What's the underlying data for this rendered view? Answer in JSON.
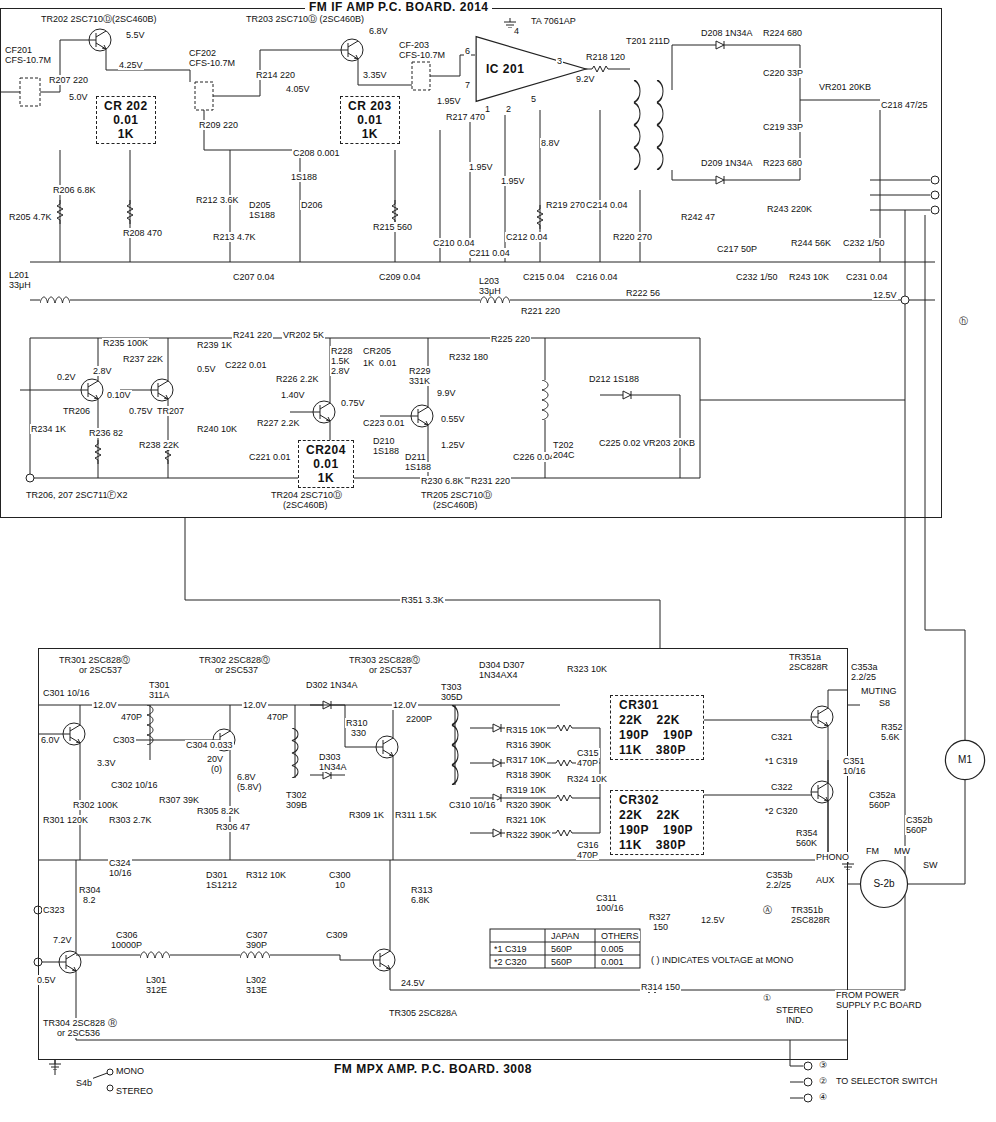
{
  "diagram": {
    "nodes": [
      {
        "text": [
          "FM IF AMP P.C. BOARD. 2014"
        ]
      },
      {
        "text": [
          "CR 202",
          "0.01",
          "1K"
        ],
        "in": 0
      },
      {
        "text": [
          "CR 203",
          "0.01",
          "1K"
        ],
        "in": 0
      },
      {
        "text": [
          "IC 201"
        ],
        "in": 0
      },
      {
        "text": [
          "CR204",
          "0.01",
          "1K"
        ],
        "in": 0
      },
      {
        "text": [
          "FM MPX AMP. P.C. BOARD. 3008"
        ]
      },
      {
        "text": [
          "CR301",
          "22K",
          "22K",
          "190P",
          "190P",
          "11K",
          "380P"
        ],
        "in": 5
      },
      {
        "text": [
          "CR302",
          "22K",
          "22K",
          "190P",
          "190P",
          "11K",
          "380P"
        ],
        "in": 5
      },
      {
        "text": [
          "S-2b"
        ]
      },
      {
        "text": [
          "M1"
        ]
      }
    ],
    "edges": [
      {
        "from": 0,
        "to": 5,
        "arrow": "none",
        "label": "R351 3.3K"
      },
      {
        "from": 5,
        "to": 8,
        "arrow": "none"
      },
      {
        "from": 8,
        "to": 9,
        "arrow": "none"
      }
    ],
    "labels": [
      "TR202 2SC710Ⓓ(2SC460B)",
      "5.5V",
      "TR203 2SC710Ⓓ (2SC460B)",
      "6.8V",
      "TA 7061AP",
      "4",
      "6",
      "7",
      "1",
      "2",
      "5",
      "3",
      "CF201",
      "CFS-10.7M",
      "R207 220",
      "5.0V",
      "4.25V",
      "CF202",
      "CFS-10.7M",
      "R214 220",
      "4.05V",
      "3.35V",
      "CF-203",
      "CFS-10.7M",
      "1.95V",
      "R218 120",
      "9.2V",
      "T201 211D",
      "D208 1N34A",
      "R224 680",
      "C220 33P",
      "C219 33P",
      "VR201 20KB",
      "C218 47/25",
      "D209 1N34A",
      "R223 680",
      "R209 220",
      "C208 0.001",
      "D205",
      "1S188",
      "1S188",
      "D206",
      "R217 470",
      "R206 6.8K",
      "R205 4.7K",
      "R208 470",
      "R212 3.6K",
      "R213 4.7K",
      "R215 560",
      "1.95V",
      "1.95V",
      "8.8V",
      "C210 0.04",
      "C211 0.04",
      "C212 0.04",
      "R219 270",
      "C214 0.04",
      "R220 270",
      "R242 47",
      "C217 50P",
      "R243 220K",
      "R244 56K",
      "C232 1/50",
      "C232 1/50",
      "R243 10K",
      "C231 0.04",
      "12.5V",
      "L201",
      "33μH",
      "C207 0.04",
      "C209 0.04",
      "L203",
      "33μH",
      "C215 0.04",
      "C216 0.04",
      "R221 220",
      "R222 56",
      "ⓗ",
      "R235 100K",
      "R237 22K",
      "R239 1K",
      "0.5V",
      "2.8V",
      "0.2V",
      "TR206",
      "TR207",
      "0.10V",
      "0.75V",
      "R241 220",
      "C222 0.01",
      "VR202 5K",
      "R226 2.2K",
      "R228",
      "1.5K",
      "2.8V",
      "CR205",
      "1K",
      "0.01",
      "R232 180",
      "R225 220",
      "R229",
      "331K",
      "9.9V",
      "D212 1S188",
      "R234 1K",
      "R236 82",
      "R238 22K",
      "R240 10K",
      "C221 0.01",
      "R227 2.2K",
      "1.40V",
      "0.75V",
      "C223 0.01",
      "D210",
      "1S188",
      "D211",
      "1S188",
      "1.25V",
      "0.55V",
      "R230 6.8K",
      "R231 220",
      "C226 0.04",
      "T202",
      "204C",
      "C225 0.02",
      "VR203 20KB",
      "TR206, 207  2SC711ⒻX2",
      "TR204 2SC710Ⓓ",
      "(2SC460B)",
      "TR205 2SC710Ⓓ",
      "(2SC460B)",
      "TR301 2SC828Ⓠ",
      "or 2SC537",
      "T301",
      "311A",
      "12.0V",
      "470P",
      "TR302 2SC828Ⓠ",
      "or 2SC537",
      "12.0V",
      "470P",
      "D302 1N34A",
      "TR303 2SC828Ⓠ",
      "or 2SC537",
      "12.0V",
      "2200P",
      "T303",
      "305D",
      "D304 D307",
      "1N34AX4",
      "R323 10K",
      "TR351a",
      "2SC828R",
      "C353a",
      "2.2/25",
      "MUTING",
      "S8",
      "C304 0.033",
      "20V",
      "(0)",
      "6.0V",
      "C303",
      "3.3V",
      "C301 10/16",
      "R301 120K",
      "R302 100K",
      "R303 2.7K",
      "C302 10/16",
      "R307 39K",
      "R305 8.2K",
      "R306 47",
      "6.8V",
      "(5.8V)",
      "T302",
      "309B",
      "D303",
      "1N34A",
      "R310",
      "330",
      "R309 1K",
      "R311 1.5K",
      "C310 10/16",
      "R315 10K",
      "R316 390K",
      "R317 10K",
      "R318 390K",
      "R319 10K",
      "R320 390K",
      "R321 10K",
      "R322 390K",
      "C315",
      "470P",
      "R324 10K",
      "C316",
      "470P",
      "C321",
      "*1 C319",
      "C322",
      "*2 C320",
      "C351",
      "10/16",
      "R352",
      "5.6K",
      "C352a",
      "560P",
      "C352b",
      "560P",
      "R354",
      "560K",
      "PHONO",
      "FM",
      "MW",
      "SW",
      "AUX",
      "C353b",
      "2.2/25",
      "TR351b",
      "2SC828R",
      "C323",
      "R304",
      "8.2",
      "C324",
      "10/16",
      "D301",
      "1S1212",
      "R312 10K",
      "C300",
      "10",
      "C309",
      "R313",
      "6.8K",
      "C311",
      "100/16",
      "R327",
      "150",
      "12.5V",
      "Ⓐ",
      "C306",
      "10000P",
      "C307",
      "390P",
      "L301",
      "312E",
      "L302",
      "313E",
      "7.2V",
      "0.5V",
      "TR304 2SC828 Ⓡ",
      "or 2SC536",
      "TR305 2SC828A",
      "24.5V",
      "R314 150",
      "( ) INDICATES VOLTAGE at MONO",
      "JAPAN",
      "OTHERS",
      "*1 C319",
      "560P",
      "0.005",
      "*2 C320",
      "560P",
      "0.001",
      "①",
      "STEREO",
      "IND.",
      "FROM POWER",
      "SUPPLY P.C BOARD",
      "③",
      "②",
      "④",
      "TO SELECTOR SWITCH",
      "S4b",
      "MONO",
      "STEREO"
    ]
  }
}
